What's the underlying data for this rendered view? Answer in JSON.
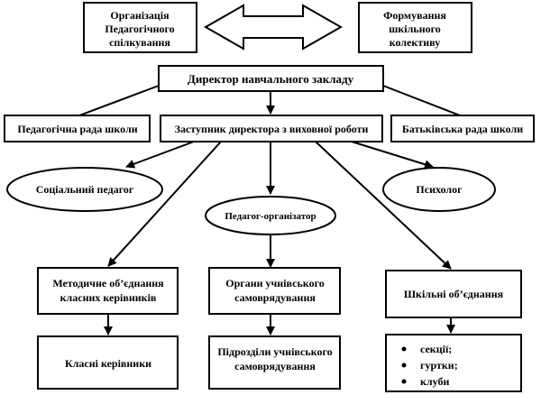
{
  "diagram": {
    "top_left": [
      "Організація",
      "Педагогічного",
      "спілкування"
    ],
    "top_right": [
      "Формування",
      "шкільного",
      "колективу"
    ],
    "director": "Директор навчального закладу",
    "ped_council": "Педагогічна рада школи",
    "deputy": "Заступник директора з виховної роботи",
    "parent_council": "Батьківська рада школи",
    "social_pedagogue": "Соціальний педагог",
    "psychologist": "Психолог",
    "organizer": "Педагог-організатор",
    "methodical": [
      "Методичне об’єднання",
      "класних керівників"
    ],
    "self_gov": [
      "Органи учнівського",
      "самоврядування"
    ],
    "school_assoc": "Шкільні об’єднання",
    "class_teachers": "Класні керівники",
    "subdivisions": [
      "Підрозділи учнівського",
      "самоврядування"
    ],
    "assoc_items": [
      "секції;",
      "гуртки;",
      "клуби"
    ]
  }
}
